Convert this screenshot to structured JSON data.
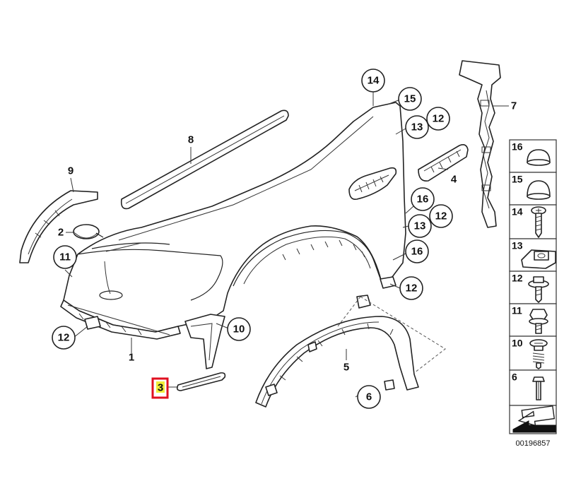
{
  "diagram": {
    "callouts": {
      "c14": "14",
      "c15": "15",
      "c13a": "13",
      "c12a": "12",
      "c16a": "16",
      "c12b": "12",
      "c13b": "13",
      "c16b": "16",
      "c12c": "12",
      "c11": "11",
      "c12d": "12",
      "c10": "10",
      "c6": "6"
    },
    "labels": {
      "l1": "1",
      "l2": "2",
      "l3": "3",
      "l4": "4",
      "l5": "5",
      "l7": "7",
      "l8": "8",
      "l9": "9"
    },
    "legend": [
      {
        "num": "16",
        "icon": "rubber-cap-icon"
      },
      {
        "num": "15",
        "icon": "dome-cap-icon"
      },
      {
        "num": "14",
        "icon": "screw-icon"
      },
      {
        "num": "13",
        "icon": "clip-nut-icon"
      },
      {
        "num": "12",
        "icon": "washer-screw-icon"
      },
      {
        "num": "11",
        "icon": "hex-bolt-icon"
      },
      {
        "num": "10",
        "icon": "spring-screw-icon"
      },
      {
        "num": "6",
        "icon": "rivet-icon"
      }
    ],
    "drawing_number": "00196857",
    "highlight_color": "#e01020",
    "highlight_fill": "#f2ee3a"
  }
}
